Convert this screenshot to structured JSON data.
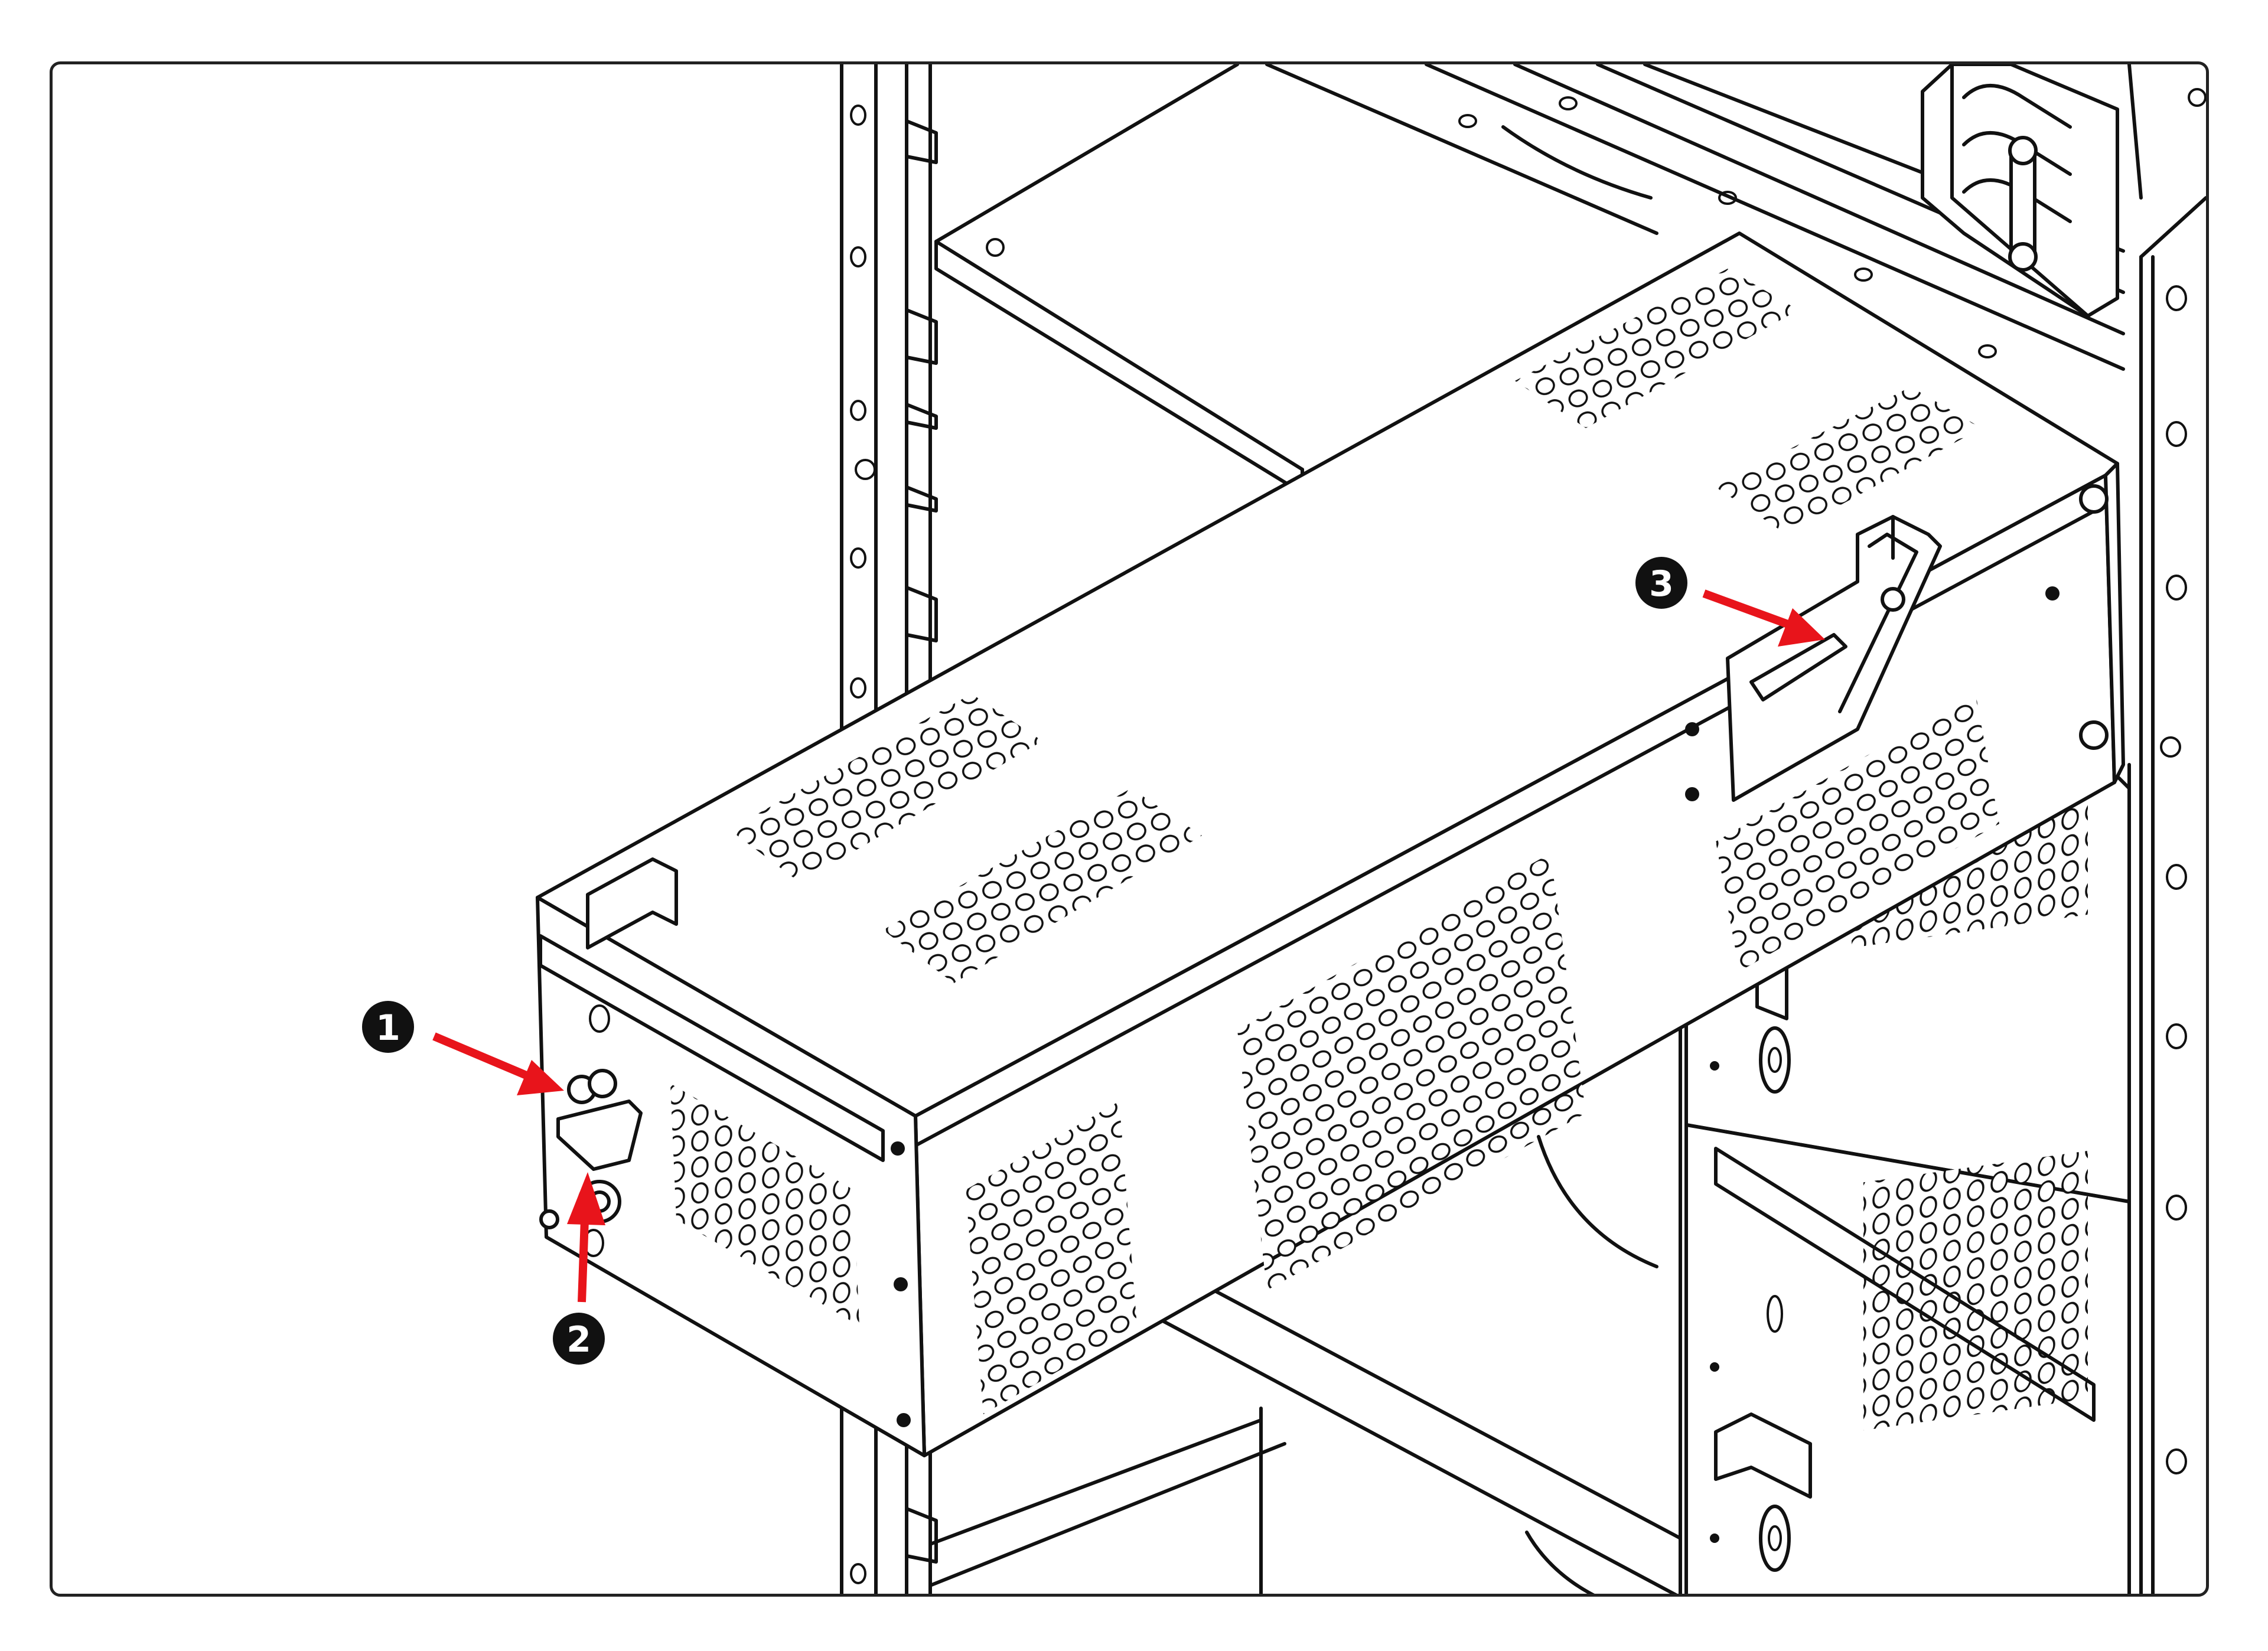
{
  "figure": {
    "description_type": "line drawing",
    "accent_color": "#e8141b",
    "ink_color": "#111111",
    "background_color": "#ffffff"
  },
  "callouts": [
    {
      "id": "callout-1",
      "label": "1"
    },
    {
      "id": "callout-2",
      "label": "2"
    },
    {
      "id": "callout-3",
      "label": "3"
    }
  ]
}
